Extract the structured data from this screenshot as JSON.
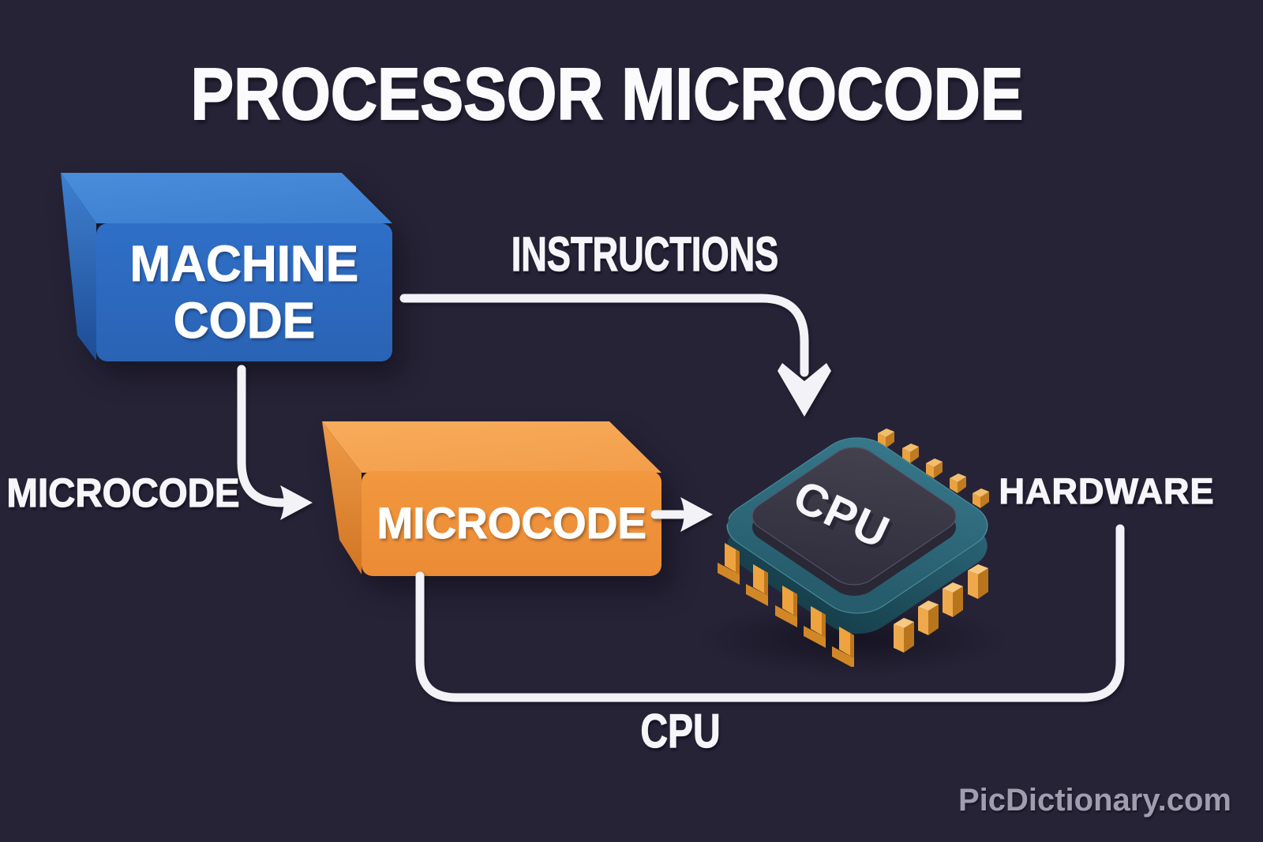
{
  "title": "PROCESSOR MICROCODE",
  "background_color": "#262337",
  "line_color": "#f3f2f7",
  "nodes": {
    "machine_code": {
      "lines": [
        "MACHINE",
        "CODE"
      ],
      "front_color": "#2f6fc7",
      "top_color": "#4a8edc",
      "side_color": "#1c4b93"
    },
    "microcode": {
      "label": "MICROCODE",
      "front_color": "#f2983f",
      "top_color": "#f8ad5c",
      "side_color": "#cf7322"
    },
    "cpu_chip": {
      "label": "CPU",
      "body_color": "#2e6b7b",
      "body_side_color": "#1c4a58",
      "die_color": "#3c3949",
      "pin_color": "#efa648"
    }
  },
  "labels": {
    "instructions": "INSTRUCTIONS",
    "microcode": "MICROCODE",
    "hardware": "HARDWARE",
    "cpu": "CPU"
  },
  "watermark": "PicDictionary.com"
}
